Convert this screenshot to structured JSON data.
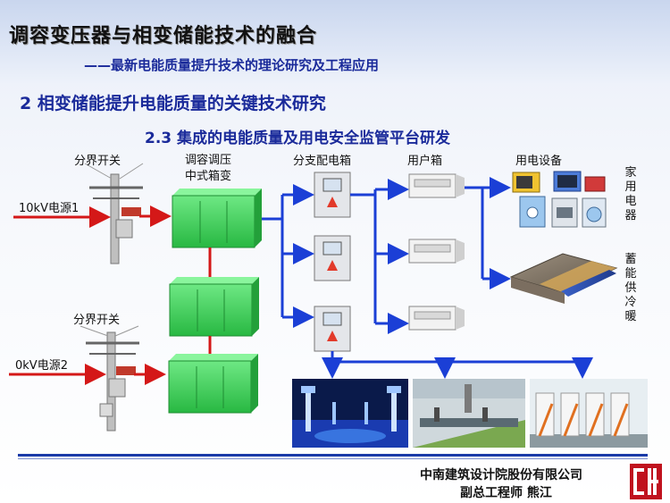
{
  "slide": {
    "title": "调容变压器与相变储能技术的融合",
    "subtitle": "——最新电能质量提升技术的理论研究及工程应用",
    "section_heading": "2 相变储能提升电能质量的关键技术研究",
    "sub_heading": "2.3 集成的电能质量及用电安全监管平台研发"
  },
  "diagram": {
    "labels": {
      "boundary_switch_top": "分界开关",
      "boundary_switch_bottom": "分界开关",
      "source1": "10kV电源1",
      "source2": "0kV电源2",
      "transformer_line1": "调容调压",
      "transformer_line2": "中式箱变",
      "distribution_box": "分支配电箱",
      "user_box": "用户箱",
      "equipment": "用电设备",
      "appliances_vertical": "家用电器",
      "storage_vertical": "蓄能供冷暖"
    }
  },
  "footer": {
    "company": "中南建筑设计院股份有限公司",
    "engineer": "副总工程师  熊江"
  },
  "colors": {
    "heading_blue": "#1a2a9a",
    "flow_blue": "#1b3fd6",
    "power_red": "#d41818",
    "box_green": "#3ed45a",
    "logo_red": "#c0121e"
  }
}
